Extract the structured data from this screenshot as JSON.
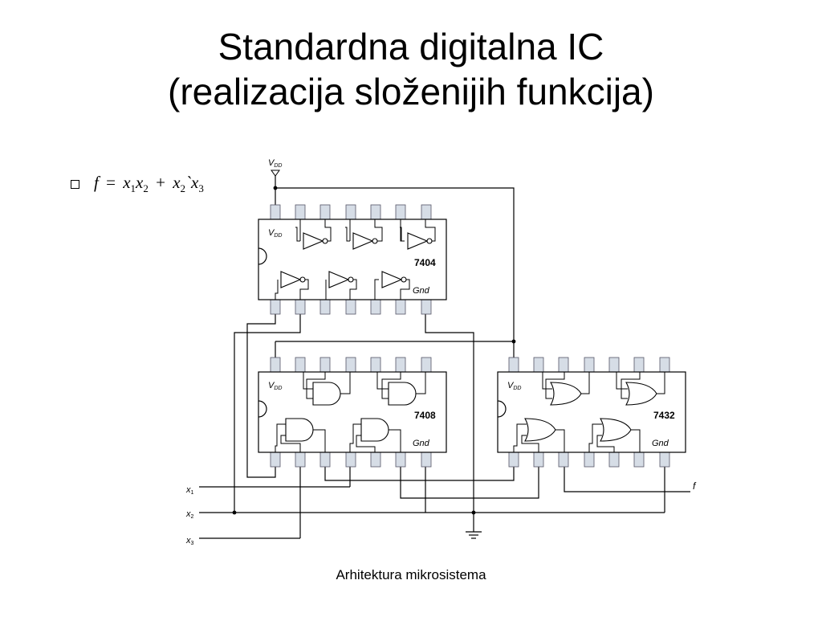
{
  "title": {
    "line1": "Standardna digitalna IC",
    "line2": "(realizacija složenijih funkcija)"
  },
  "bullet": {
    "formula_f": "f",
    "formula_eq": "=",
    "formula_x1": "x",
    "formula_x1_sub": "1",
    "formula_x2": "x",
    "formula_x2_sub": "2",
    "formula_plus": "+",
    "formula_x2b": "x",
    "formula_x2b_sub": "2",
    "formula_tick": "`",
    "formula_x3": "x",
    "formula_x3_sub": "3"
  },
  "diagram": {
    "vdd_main": "V",
    "vdd_main_sub": "DD",
    "chips": [
      {
        "part": "7404",
        "vdd": "V",
        "vdd_sub": "DD",
        "gnd": "Gnd"
      },
      {
        "part": "7408",
        "vdd": "V",
        "vdd_sub": "DD",
        "gnd": "Gnd"
      },
      {
        "part": "7432",
        "vdd": "V",
        "vdd_sub": "DD",
        "gnd": "Gnd"
      }
    ],
    "inputs": [
      {
        "name": "x",
        "sub": "1"
      },
      {
        "name": "x",
        "sub": "2"
      },
      {
        "name": "x",
        "sub": "3"
      }
    ],
    "output": "f"
  },
  "footer": "Arhitektura mikrosistema"
}
